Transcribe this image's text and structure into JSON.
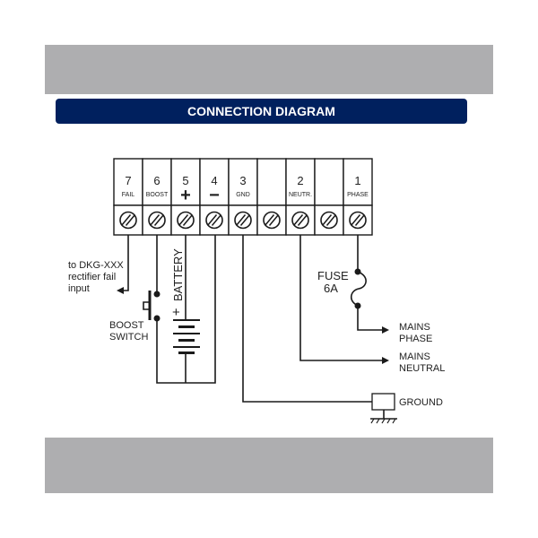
{
  "title": "CONNECTION DIAGRAM",
  "colors": {
    "title_bg": "#00205e",
    "band": "#aeaeb0",
    "line": "#1a1a1a"
  },
  "terminals": [
    {
      "number": "7",
      "label": "FAIL"
    },
    {
      "number": "6",
      "label": "BOOST"
    },
    {
      "number": "5",
      "label": "+"
    },
    {
      "number": "4",
      "label": "−"
    },
    {
      "number": "3",
      "label": "GND"
    },
    {
      "number": "",
      "label": ""
    },
    {
      "number": "2",
      "label": "NEUTR."
    },
    {
      "number": "",
      "label": ""
    },
    {
      "number": "1",
      "label": "PHASE"
    }
  ],
  "labels": {
    "rectifier": [
      "to DKG-XXX",
      "rectifier fail",
      "input"
    ],
    "boost_switch": [
      "BOOST",
      "SWITCH"
    ],
    "battery": "BATTERY",
    "battery_plus": "+",
    "fuse": [
      "FUSE",
      "6A"
    ],
    "mains_phase": [
      "MAINS",
      "PHASE"
    ],
    "mains_neutral": [
      "MAINS",
      "NEUTRAL"
    ],
    "ground": "GROUND"
  }
}
